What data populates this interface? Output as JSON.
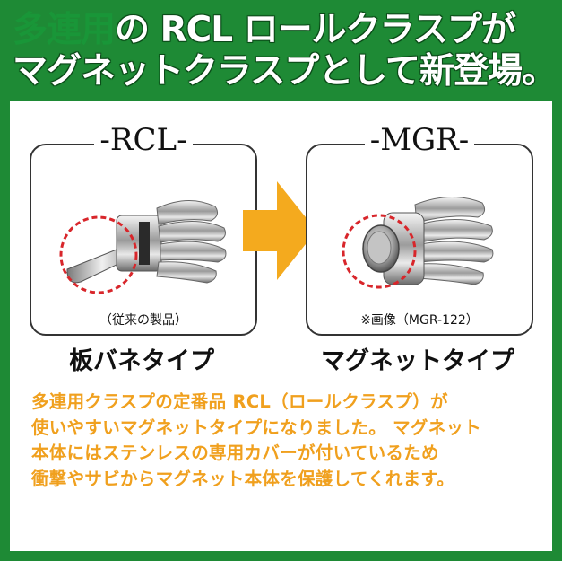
{
  "header": {
    "line1_accent": "多連用",
    "line1_rest": "の RCL ロールクラスプが",
    "line2": "マグネットクラスプとして新登場。"
  },
  "left_card": {
    "title": "-RCL-",
    "caption": "（従来の製品）",
    "type_label": "板バネタイプ"
  },
  "right_card": {
    "title": "-MGR-",
    "caption": "※画像（MGR-122）",
    "type_label": "マグネットタイプ"
  },
  "description": [
    "多連用クラスプの定番品 RCL（ロールクラスプ）が",
    "使いやすいマグネットタイプになりました。 マグネット",
    "本体にはステンレスの専用カバーが付いているため",
    "衝撃やサビからマグネット本体を保護してくれます。"
  ],
  "colors": {
    "background_green": "#1e8a35",
    "arrow_orange": "#f4aa1e",
    "description_orange": "#f0a01e",
    "dashed_circle_red": "#d8262b"
  }
}
